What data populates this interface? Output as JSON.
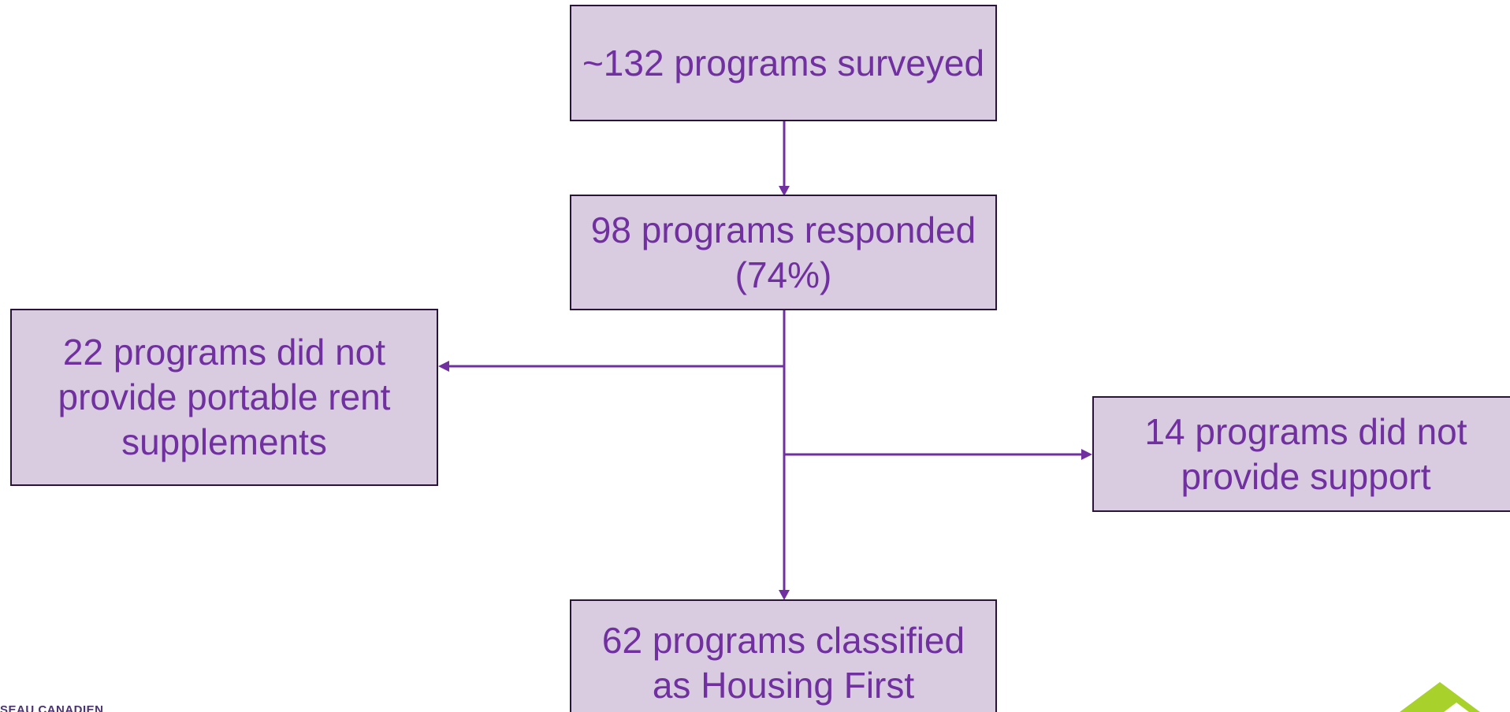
{
  "boxes": {
    "surveyed": "~132 programs surveyed",
    "responded": "98 programs responded (74%)",
    "no_rent_supplements": "22 programs did not provide portable rent supplements",
    "no_support": "14 programs did not provide support",
    "housing_first": "62 programs classified as Housing First"
  },
  "footer": {
    "logo_text": "SEAU CANADIEN"
  },
  "colors": {
    "box_fill": "#d9cbe0",
    "box_border": "#2a1438",
    "text": "#7030a0",
    "connector": "#7030a0",
    "corner_logo": "#a8d12c"
  }
}
